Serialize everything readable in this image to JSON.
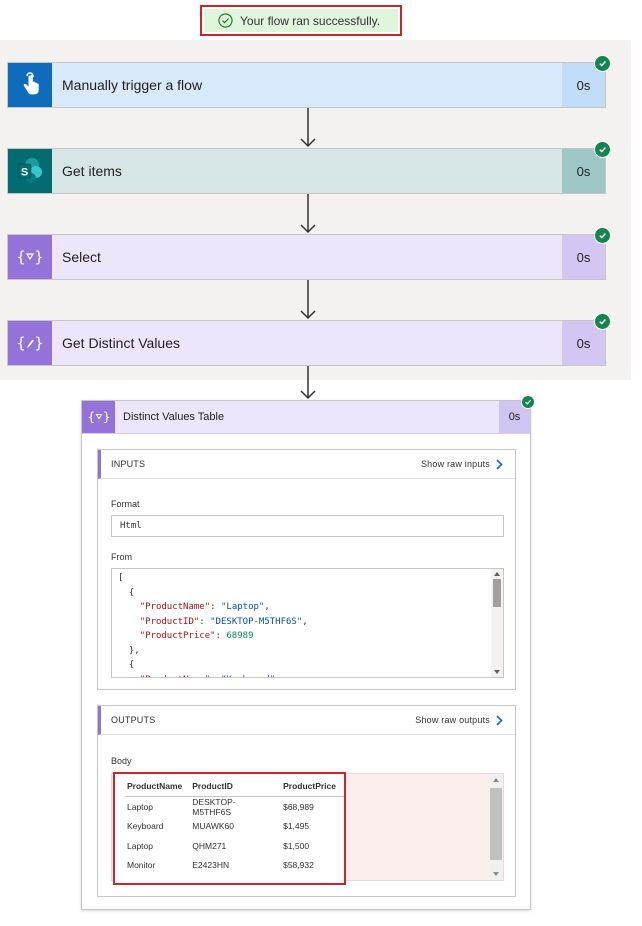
{
  "banner": {
    "text": "Your flow ran successfully."
  },
  "steps": [
    {
      "title": "Manually trigger a flow",
      "duration": "0s",
      "icon": "touch-icon",
      "color": "#0f6cbd"
    },
    {
      "title": "Get items",
      "duration": "0s",
      "icon": "sharepoint-icon",
      "color": "#036c70"
    },
    {
      "title": "Select",
      "duration": "0s",
      "icon": "data-operation-icon",
      "color": "#9373d9"
    },
    {
      "title": "Get Distinct Values",
      "duration": "0s",
      "icon": "compose-icon",
      "color": "#9373d9"
    }
  ],
  "card": {
    "title": "Distinct Values Table",
    "duration": "0s",
    "inputs": {
      "header": "INPUTS",
      "raw_link": "Show raw inputs",
      "format_label": "Format",
      "format_value": "Html",
      "from_label": "From",
      "code_lines": [
        "[",
        "  {",
        "    \"ProductName\": \"Laptop\",",
        "    \"ProductID\": \"DESKTOP-M5THF6S\",",
        "    \"ProductPrice\": 68989",
        "  },",
        "  {",
        "    \"ProductName\": \"Keyboard\""
      ]
    },
    "outputs": {
      "header": "OUTPUTS",
      "raw_link": "Show raw outputs",
      "body_label": "Body",
      "table": {
        "headers": [
          "ProductName",
          "ProductID",
          "ProductPrice"
        ],
        "rows": [
          [
            "Laptop",
            "DESKTOP-M5THF6S",
            "$68,989"
          ],
          [
            "Keyboard",
            "MUAWK60",
            "$1,495"
          ],
          [
            "Laptop",
            "QHM271",
            "$1,500"
          ],
          [
            "Monitor",
            "E2423HN",
            "$58,932"
          ]
        ]
      }
    }
  }
}
